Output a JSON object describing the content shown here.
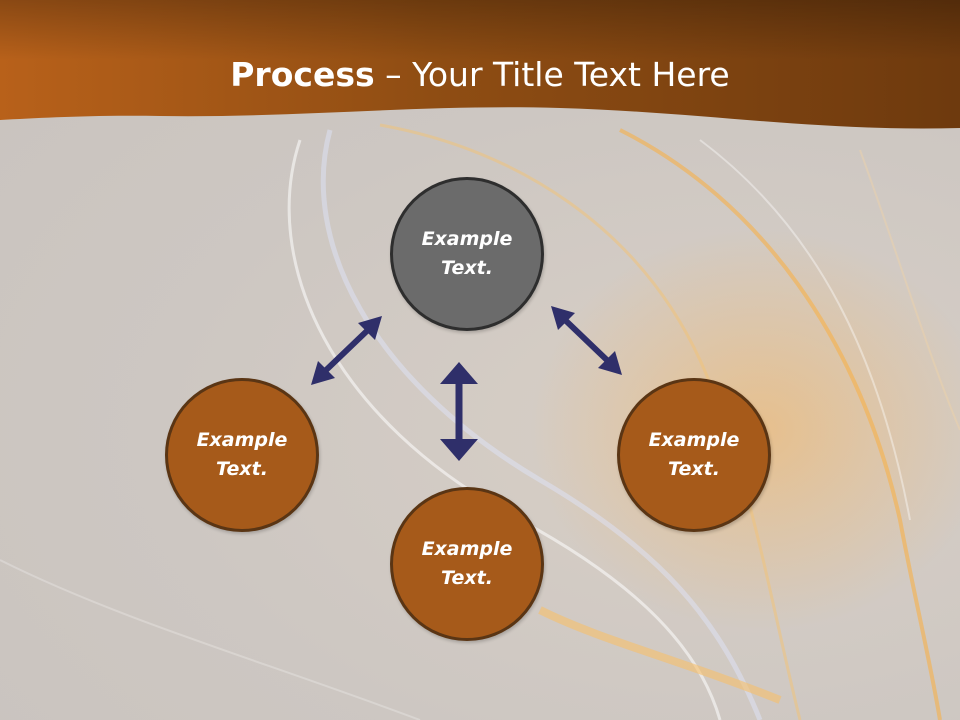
{
  "slide": {
    "title_bold": "Process",
    "title_rest": " – Your Title Text Here"
  },
  "nodes": [
    {
      "label": "Example Text."
    },
    {
      "label": "Example Text."
    },
    {
      "label": "Example Text."
    },
    {
      "label": "Example Text."
    }
  ],
  "colors": {
    "header": "#8a4a12",
    "node_fill": "#a65a1a",
    "center_fill": "#6b6b6b",
    "arrow": "#2f2f6a"
  }
}
